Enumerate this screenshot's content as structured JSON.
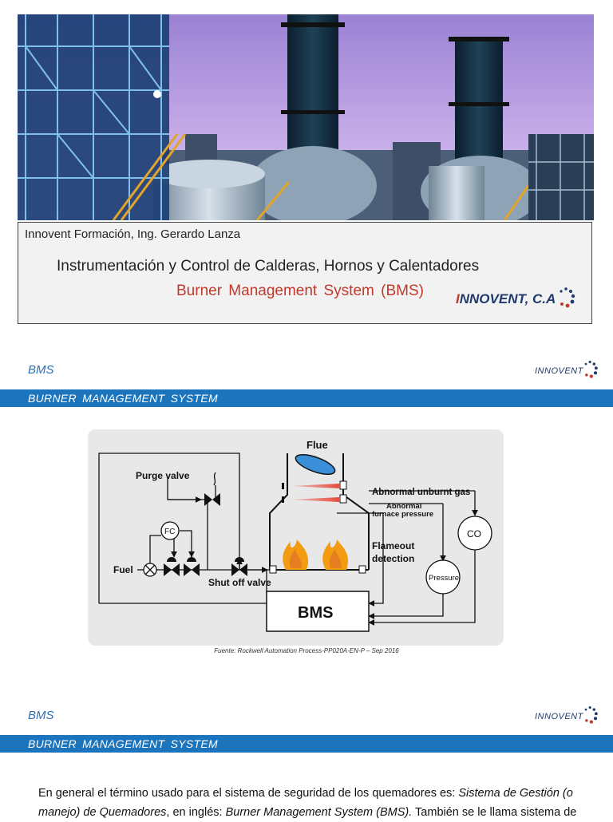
{
  "slide1": {
    "author": "Innovent Formación, Ing. Gerardo Lanza",
    "course_title": "Instrumentación y Control de Calderas, Hornos y Calentadores",
    "subtitle": "Burner  Management  System (BMS)",
    "logo_first": "I",
    "logo_rest": "NNOVENT, C.A"
  },
  "slide2": {
    "label": "BMS",
    "brand": "INNOVENT",
    "band_title": "BURNER  MANAGEMENT  SYSTEM",
    "diagram": {
      "flue": "Flue",
      "purge_valve": "Purge valve",
      "abnormal_unburnt_gas": "Abnormal unburnt gas",
      "abnormal_line1": "Abnormal",
      "abnormal_line2": "furnace pressure",
      "fc": "FC",
      "co": "CO",
      "flameout_line1": "Flameout",
      "flameout_line2": "detection",
      "fuel": "Fuel",
      "pressure": "Pressure",
      "shut_off_valve": "Shut off valve",
      "bms": "BMS"
    },
    "source": "Fuente: Rockwell Automation Process-PP020A-EN-P – Sep 2016"
  },
  "slide3": {
    "label": "BMS",
    "brand": "INNOVENT",
    "band_title": "BURNER  MANAGEMENT  SYSTEM",
    "p1": "En general el término usado para el sistema de seguridad de los quemadores es: ",
    "p2": "Sistema de Gestión (o manejo) de Quemadores",
    "p3": ", en inglés: ",
    "p4": "Burner Management System (BMS).",
    "p5": " También se le llama sistema de"
  },
  "colors": {
    "accent_blue": "#1c74bd",
    "label_blue": "#2d6fb7",
    "red": "#c0392b",
    "navy": "#1f3a6b"
  }
}
